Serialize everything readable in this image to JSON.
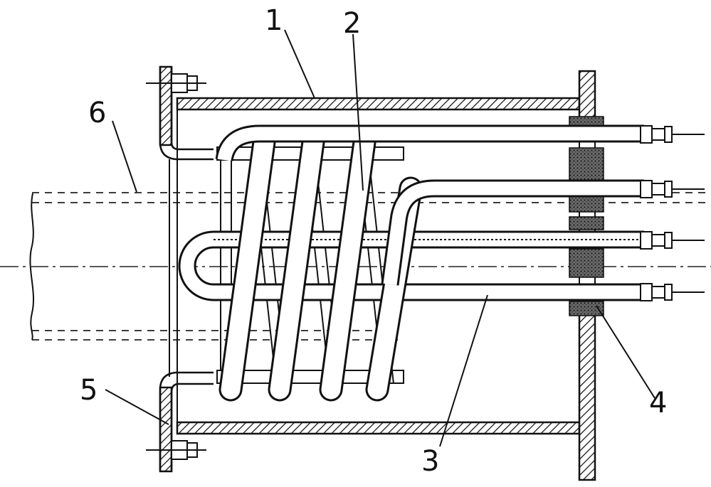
{
  "figure": {
    "labels": [
      {
        "id": "label-1",
        "text": "1"
      },
      {
        "id": "label-2",
        "text": "2"
      },
      {
        "id": "label-3",
        "text": "3"
      },
      {
        "id": "label-4",
        "text": "4"
      },
      {
        "id": "label-5",
        "text": "5"
      },
      {
        "id": "label-6",
        "text": "6"
      }
    ]
  },
  "colors": {
    "ink": "#111111",
    "paper": "#ffffff"
  }
}
